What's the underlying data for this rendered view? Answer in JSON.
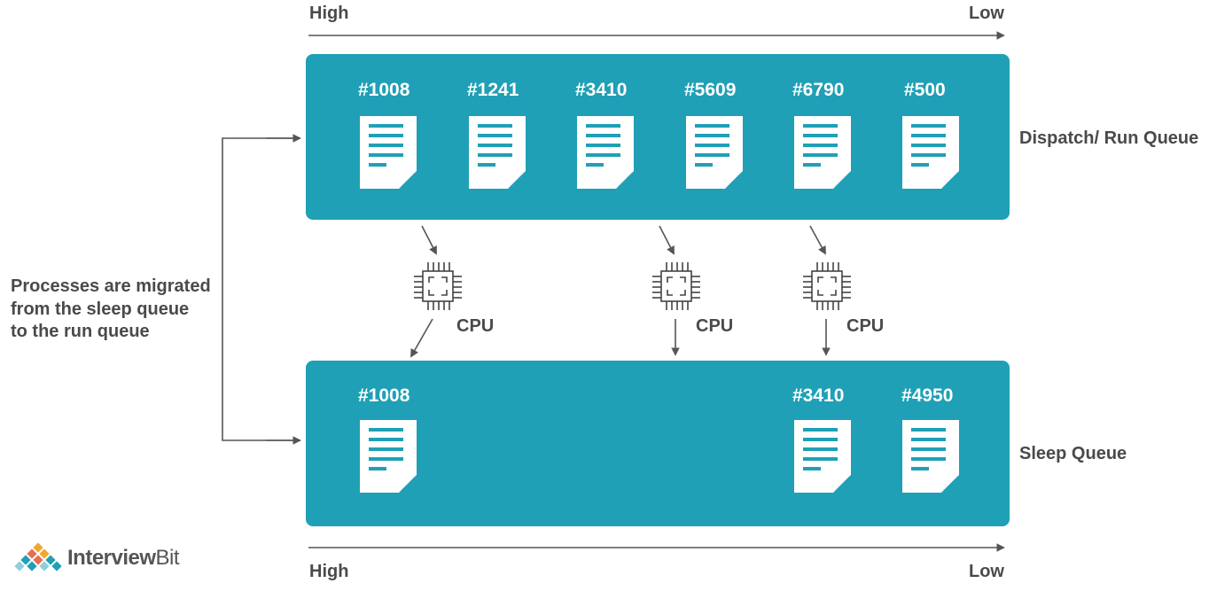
{
  "priority_axis": {
    "high_label": "High",
    "low_label": "Low"
  },
  "run_queue": {
    "label": "Dispatch/ Run Queue",
    "processes": [
      "#1008",
      "#1241",
      "#3410",
      "#5609",
      "#6790",
      "#500"
    ]
  },
  "sleep_queue": {
    "label": "Sleep Queue",
    "processes": [
      "#1008",
      "#3410",
      "#4950"
    ]
  },
  "cpus": [
    "CPU",
    "CPU",
    "CPU"
  ],
  "migration_note": "Processes are migrated\nfrom the sleep queue\nto the run queue",
  "logo": {
    "part1": "Interview",
    "part2": "Bit"
  },
  "colors": {
    "queue": "#1fa0b6",
    "text": "#4a4a4a",
    "arrow": "#555555"
  },
  "icons": {
    "process": "document-icon",
    "cpu": "cpu-chip-icon"
  }
}
